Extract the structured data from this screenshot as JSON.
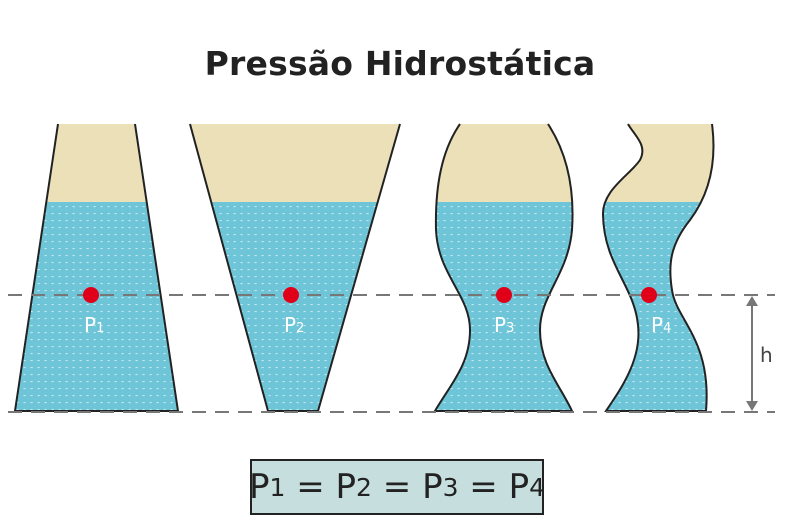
{
  "title": "Pressão Hidrostática",
  "colors": {
    "water": "#6ec5d8",
    "air": "#ece0b8",
    "point": "#e0001a",
    "dashed_line": "#777777",
    "equation_box": "#c6dede"
  },
  "points": [
    {
      "letter": "P",
      "sub": "1"
    },
    {
      "letter": "P",
      "sub": "2"
    },
    {
      "letter": "P",
      "sub": "3"
    },
    {
      "letter": "P",
      "sub": "4"
    }
  ],
  "height_label": "h",
  "equation": {
    "parts": [
      "P",
      "1",
      " = ",
      "P",
      "2",
      " = ",
      "P",
      "3",
      " = ",
      "P",
      "4"
    ]
  }
}
